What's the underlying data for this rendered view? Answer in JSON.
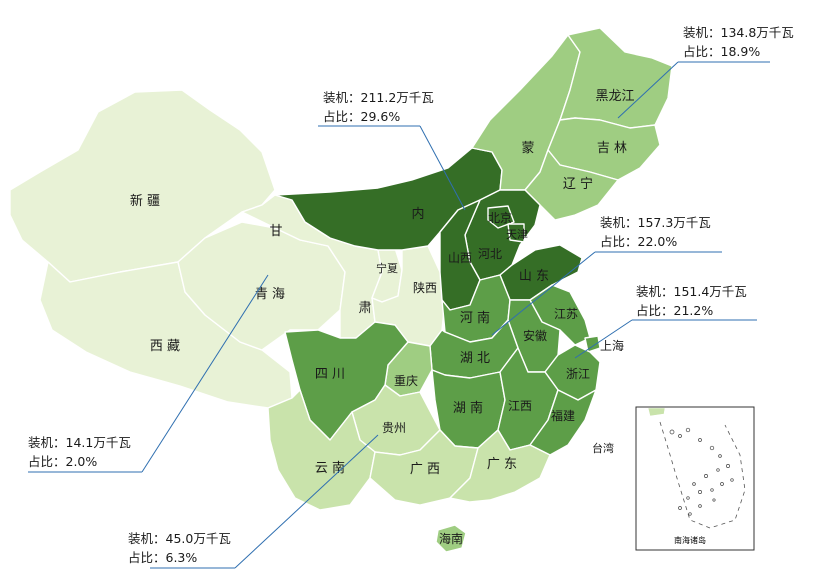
{
  "colors": {
    "level1": "#e8f2d6",
    "level2": "#c9e3ab",
    "level3": "#9fcd82",
    "level4": "#5d9e48",
    "level5": "#356e26",
    "taiwan": "#ffffff",
    "leader_line": "#2f6fb0"
  },
  "provinces": [
    {
      "id": "xinjiang",
      "name": "新 疆",
      "level": "level1"
    },
    {
      "id": "xizang",
      "name": "西 藏",
      "level": "level1"
    },
    {
      "id": "qinghai",
      "name": "青 海",
      "level": "level1"
    },
    {
      "id": "gansu",
      "name_top": "甘",
      "name_bottom": "肃",
      "level": "level1"
    },
    {
      "id": "ningxia",
      "name": "宁夏",
      "level": "level1"
    },
    {
      "id": "shaanxi",
      "name": "陕西",
      "level": "level1"
    },
    {
      "id": "neimenggu",
      "name_west": "内",
      "name_east": "蒙",
      "level_west": "level5",
      "level_east": "level3"
    },
    {
      "id": "heilongjiang",
      "name": "黑龙江",
      "level": "level3"
    },
    {
      "id": "jilin",
      "name": "吉 林",
      "level": "level3"
    },
    {
      "id": "liaoning",
      "name": "辽 宁",
      "level": "level3"
    },
    {
      "id": "beijing",
      "name": "北京",
      "level": "level5"
    },
    {
      "id": "tianjin",
      "name": "天津",
      "level": "level5"
    },
    {
      "id": "hebei",
      "name": "河北",
      "level": "level5"
    },
    {
      "id": "shanxi",
      "name": "山西",
      "level": "level5"
    },
    {
      "id": "shandong",
      "name": "山 东",
      "level": "level5"
    },
    {
      "id": "henan",
      "name": "河 南",
      "level": "level4"
    },
    {
      "id": "jiangsu",
      "name": "江苏",
      "level": "level4"
    },
    {
      "id": "anhui",
      "name": "安徽",
      "level": "level4"
    },
    {
      "id": "shanghai",
      "name": "上海",
      "level": "level4"
    },
    {
      "id": "zhejiang",
      "name": "浙江",
      "level": "level4"
    },
    {
      "id": "hubei",
      "name": "湖 北",
      "level": "level4"
    },
    {
      "id": "hunan",
      "name": "湖 南",
      "level": "level4"
    },
    {
      "id": "jiangxi",
      "name": "江西",
      "level": "level4"
    },
    {
      "id": "fujian",
      "name": "福建",
      "level": "level4"
    },
    {
      "id": "sichuan",
      "name": "四 川",
      "level": "level4"
    },
    {
      "id": "chongqing",
      "name": "重庆",
      "level": "level3"
    },
    {
      "id": "guizhou",
      "name": "贵州",
      "level": "level2"
    },
    {
      "id": "yunnan",
      "name": "云 南",
      "level": "level2"
    },
    {
      "id": "guangxi",
      "name": "广 西",
      "level": "level2"
    },
    {
      "id": "guangdong",
      "name": "广 东",
      "level": "level2"
    },
    {
      "id": "hainan",
      "name": "海南",
      "level": "level3"
    },
    {
      "id": "taiwan",
      "name": "台湾",
      "level": "taiwan"
    }
  ],
  "callouts": [
    {
      "id": "northeast",
      "capacity": "装机：134.8万千瓦",
      "share": "占比：18.9%",
      "capacity_value": 134.8,
      "share_value": 18.9
    },
    {
      "id": "north",
      "capacity": "装机：211.2万千瓦",
      "share": "占比：29.6%",
      "capacity_value": 211.2,
      "share_value": 29.6
    },
    {
      "id": "east-north",
      "capacity": "装机：157.3万千瓦",
      "share": "占比：22.0%",
      "capacity_value": 157.3,
      "share_value": 22.0
    },
    {
      "id": "east",
      "capacity": "装机：151.4万千瓦",
      "share": "占比：21.2%",
      "capacity_value": 151.4,
      "share_value": 21.2
    },
    {
      "id": "northwest",
      "capacity": "装机：14.1万千瓦",
      "share": "占比：2.0%",
      "capacity_value": 14.1,
      "share_value": 2.0
    },
    {
      "id": "southwest",
      "capacity": "装机：45.0万千瓦",
      "share": "占比：6.3%",
      "capacity_value": 45.0,
      "share_value": 6.3
    }
  ],
  "inset": {
    "label": "南海诸岛"
  }
}
